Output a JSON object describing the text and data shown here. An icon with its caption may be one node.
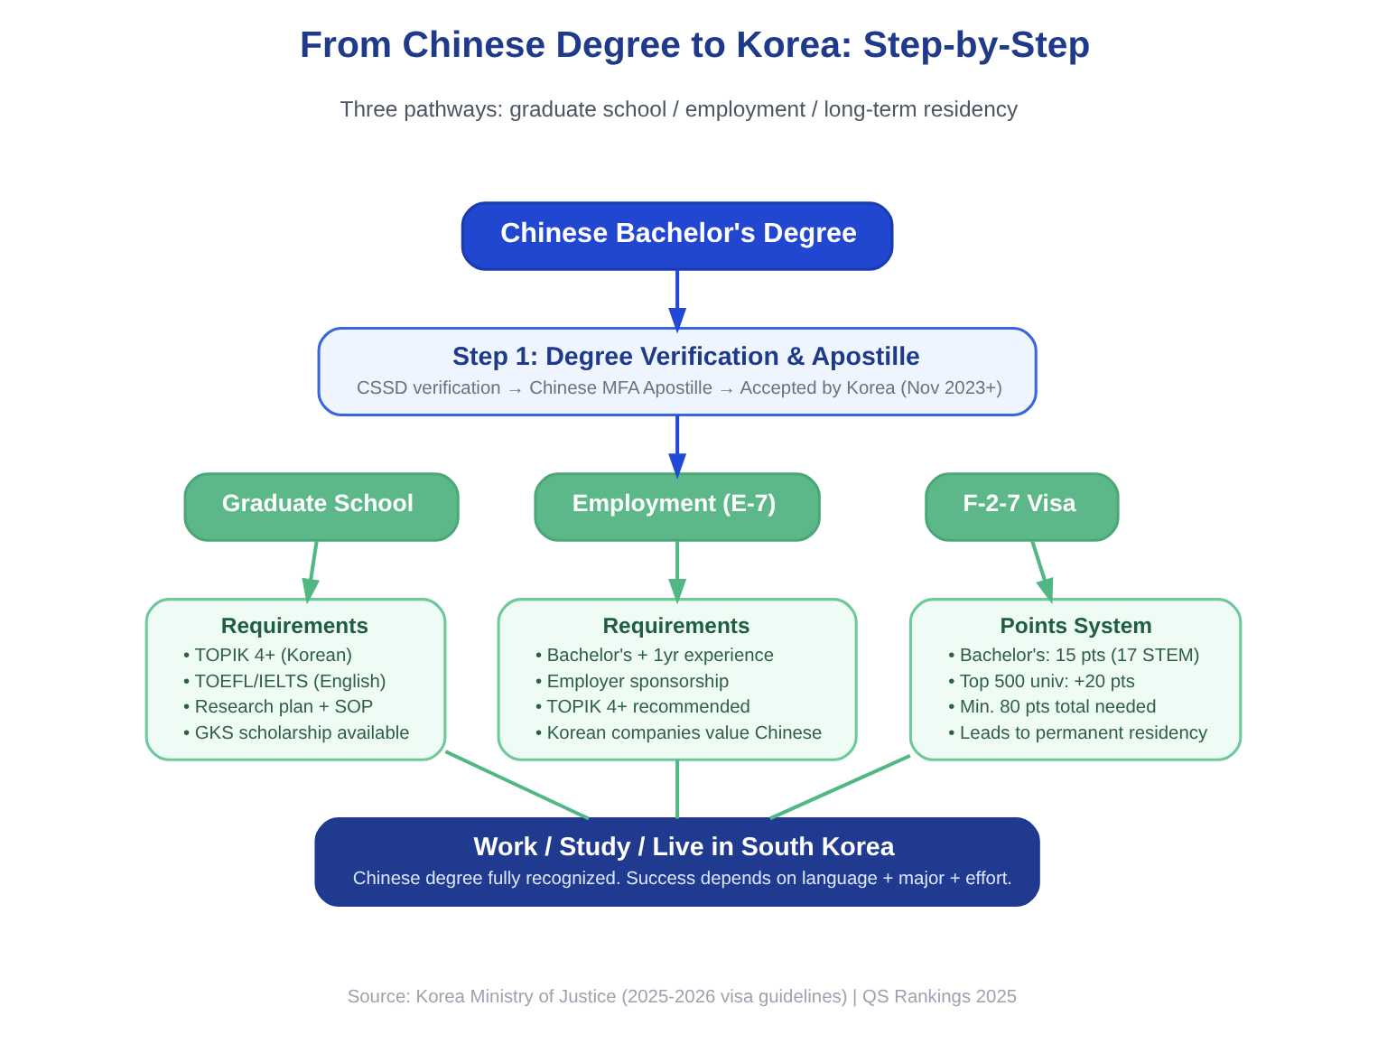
{
  "diagram": {
    "title": "From Chinese Degree to Korea: Step-by-Step",
    "caption": "Source: Korea Ministry of Justice (2025-2026 visa guidelines) | QS Rankings 2025",
    "labels": [
      "Three pathways: graduate school / employment / long-term residency"
    ],
    "nodes": [
      {
        "text": [
          "Chinese Bachelor's Degree"
        ]
      },
      {
        "text": [
          "Step 1: Degree Verification & Apostille",
          "CSSD verification → Chinese MFA Apostille → Accepted by Korea (Nov 2023+)"
        ]
      },
      {
        "text": [
          "Graduate School"
        ]
      },
      {
        "text": [
          "Employment (E-7)"
        ]
      },
      {
        "text": [
          "F-2-7 Visa"
        ]
      },
      {
        "text": [
          "Requirements",
          "• TOPIK 4+ (Korean)",
          "• TOEFL/IELTS (English)",
          "• Research plan + SOP",
          "• GKS scholarship available"
        ]
      },
      {
        "text": [
          "Requirements",
          "• Bachelor's + 1yr experience",
          "• Employer sponsorship",
          "• TOPIK 4+ recommended",
          "• Korean companies value Chinese"
        ]
      },
      {
        "text": [
          "Points System",
          "• Bachelor's: 15 pts (17 STEM)",
          "• Top 500 univ: +20 pts",
          "• Min. 80 pts total needed",
          "• Leads to permanent residency"
        ]
      },
      {
        "text": [
          "Work / Study / Live in South Korea",
          "Chinese degree fully recognized. Success depends on language + major + effort."
        ]
      }
    ],
    "edges": [
      {
        "from": 0,
        "to": 1,
        "arrow": "to",
        "color": "#2149d6"
      },
      {
        "from": 1,
        "to": 3,
        "arrow": "to",
        "color": "#2149d6"
      },
      {
        "from": 2,
        "to": 5,
        "arrow": "to"
      },
      {
        "from": 3,
        "to": 6,
        "arrow": "to"
      },
      {
        "from": 4,
        "to": 7,
        "arrow": "to"
      },
      {
        "from": 5,
        "to": 8,
        "arrow": "none"
      },
      {
        "from": 6,
        "to": 8,
        "arrow": "none"
      },
      {
        "from": 7,
        "to": 8,
        "arrow": "none"
      }
    ]
  }
}
